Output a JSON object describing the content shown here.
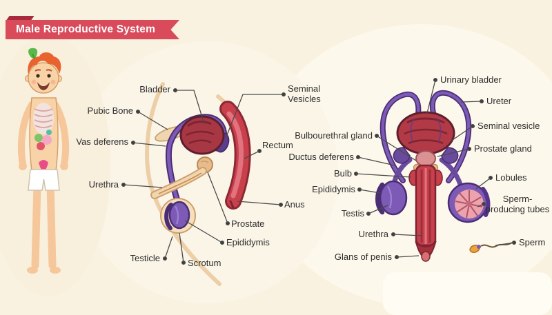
{
  "title": {
    "text": "Male Reproductive System"
  },
  "diagrams": {
    "side_view": {
      "labels": [
        "Bladder",
        "Pubic Bone",
        "Vas deferens",
        "Urethra",
        "Seminal Vesicles",
        "Rectum",
        "Anus",
        "Prostate",
        "Epididymis",
        "Scrotum",
        "Testicle"
      ]
    },
    "front_view": {
      "labels": [
        "Urinary bladder",
        "Ureter",
        "Seminal vesicle",
        "Prostate gland",
        "Bulbourethral gland",
        "Ductus deferens",
        "Bulb",
        "Epididymis",
        "Testis",
        "Lobules",
        "Sperm-producing tubes",
        "Urethra",
        "Glans of penis",
        "Sperm"
      ]
    }
  },
  "colors": {
    "background": "#faf2e1",
    "banner": "#d94a5a",
    "banner_fold": "#a82b3d",
    "banner_text": "#ffffff",
    "label_text": "#2d2d2d",
    "leader_line": "#4a4a4a",
    "anatomy_red": "#c8404c",
    "anatomy_dark_red": "#7d2433",
    "anatomy_maroon": "#a83744",
    "anatomy_purple": "#7c5ab5",
    "anatomy_dark_purple": "#4a2d73",
    "anatomy_beige": "#f0d6ae",
    "lobule_pink": "#eda3ad",
    "skin": "#f9d3a8",
    "hair_orange": "#e8632e",
    "leaf_green": "#57b947",
    "sperm_gold": "#eaa43c"
  }
}
